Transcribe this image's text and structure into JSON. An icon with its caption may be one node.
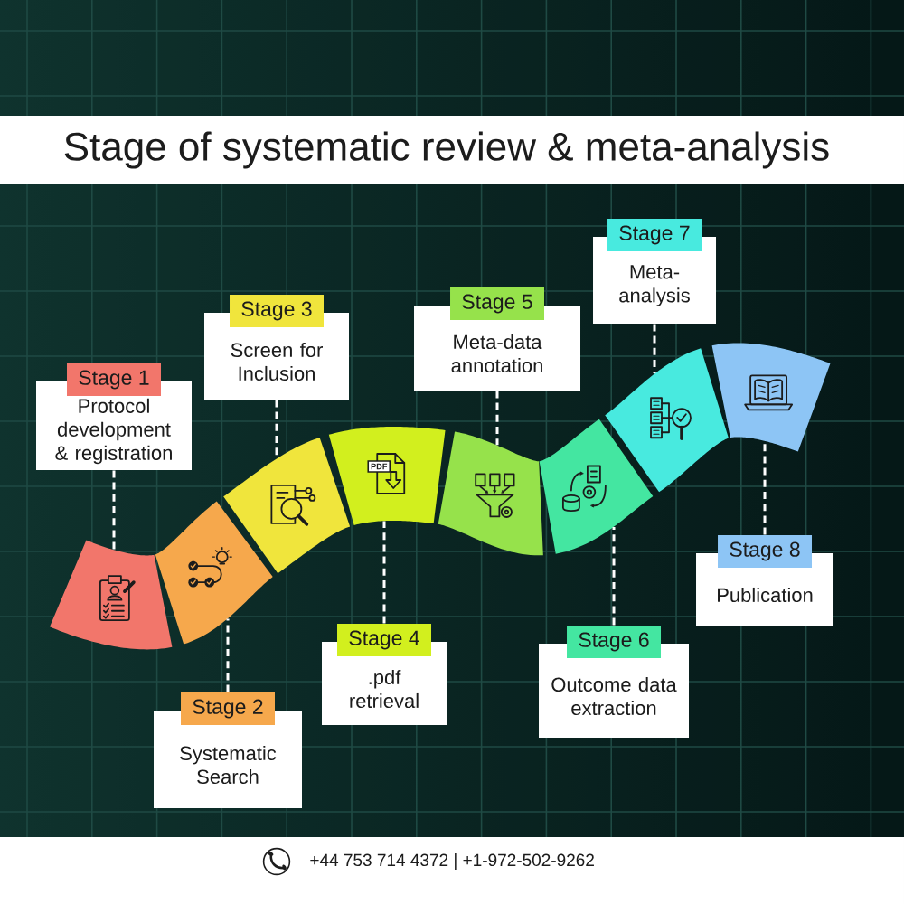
{
  "diagram": {
    "title": "Stage of systematic review & meta-analysis",
    "nodes": [
      {
        "text": [
          "Stage 1",
          "Protocol development & registration"
        ]
      },
      {
        "text": [
          "Stage 2",
          "Systematic Search"
        ]
      },
      {
        "text": [
          "Stage 3",
          "Screen for Inclusion"
        ]
      },
      {
        "text": [
          "Stage 4",
          ".pdf retrieval"
        ]
      },
      {
        "text": [
          "Stage 5",
          "Meta-data annotation"
        ]
      },
      {
        "text": [
          "Stage 6",
          "Outcome data extraction"
        ]
      },
      {
        "text": [
          "Stage 7",
          "Meta- analysis"
        ]
      },
      {
        "text": [
          "Stage 8",
          "Publication"
        ]
      },
      {
        "text": [],
        "shape": "picture"
      },
      {
        "text": [],
        "shape": "picture"
      },
      {
        "text": [],
        "shape": "picture"
      },
      {
        "text": [],
        "shape": "picture"
      },
      {
        "text": [],
        "shape": "picture"
      },
      {
        "text": [],
        "shape": "picture"
      },
      {
        "text": [],
        "shape": "picture"
      },
      {
        "text": [],
        "shape": "picture"
      }
    ],
    "edges": [
      {
        "from": 0,
        "to": 8,
        "arrow": "none",
        "style": "dashed"
      },
      {
        "from": 1,
        "to": 9,
        "arrow": "none",
        "style": "dashed"
      },
      {
        "from": 2,
        "to": 10,
        "arrow": "none",
        "style": "dashed"
      },
      {
        "from": 3,
        "to": 11,
        "arrow": "none",
        "style": "dashed"
      },
      {
        "from": 4,
        "to": 12,
        "arrow": "none",
        "style": "dashed"
      },
      {
        "from": 5,
        "to": 13,
        "arrow": "none",
        "style": "dashed"
      },
      {
        "from": 6,
        "to": 14,
        "arrow": "none",
        "style": "dashed"
      },
      {
        "from": 7,
        "to": 15,
        "arrow": "none",
        "style": "dashed"
      }
    ],
    "labels": [
      "PDF",
      "+44 753 714 4372 | +1-972-502-9262"
    ]
  }
}
